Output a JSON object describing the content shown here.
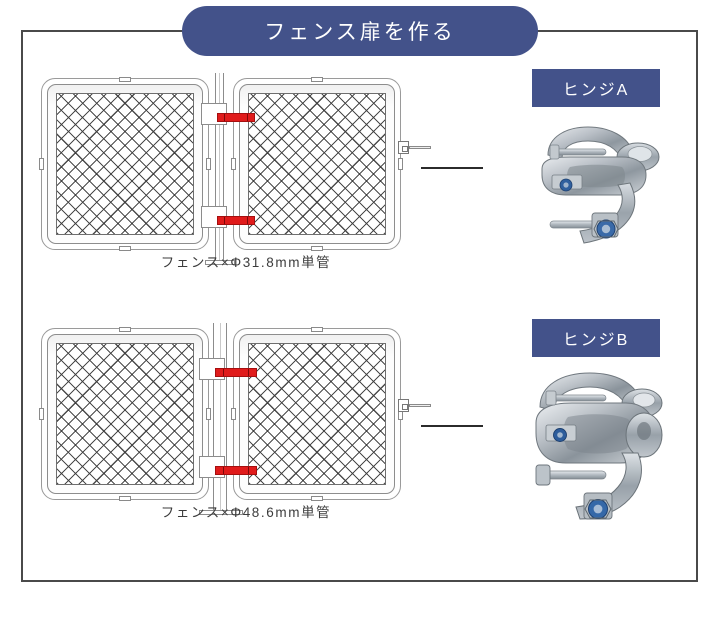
{
  "page": {
    "background_color": "#ffffff",
    "frame_color": "#4a4a4a",
    "accent_color": "#43528a",
    "clamp_color": "#e01b1b"
  },
  "header": {
    "title": "フェンス扉を作る"
  },
  "sections": [
    {
      "id": "section-a",
      "caption": "フェンス×Φ31.8mm単管",
      "pipe_diameter": "Φ31.8mm",
      "hinge": {
        "badge_label": "ヒンジA",
        "photo_alt": "galvanized-pipe-clamp-hinge-a"
      }
    },
    {
      "id": "section-b",
      "caption": "フェンス×Φ48.6mm単管",
      "pipe_diameter": "Φ48.6mm",
      "hinge": {
        "badge_label": "ヒンジB",
        "photo_alt": "galvanized-pipe-clamp-hinge-b"
      }
    }
  ]
}
